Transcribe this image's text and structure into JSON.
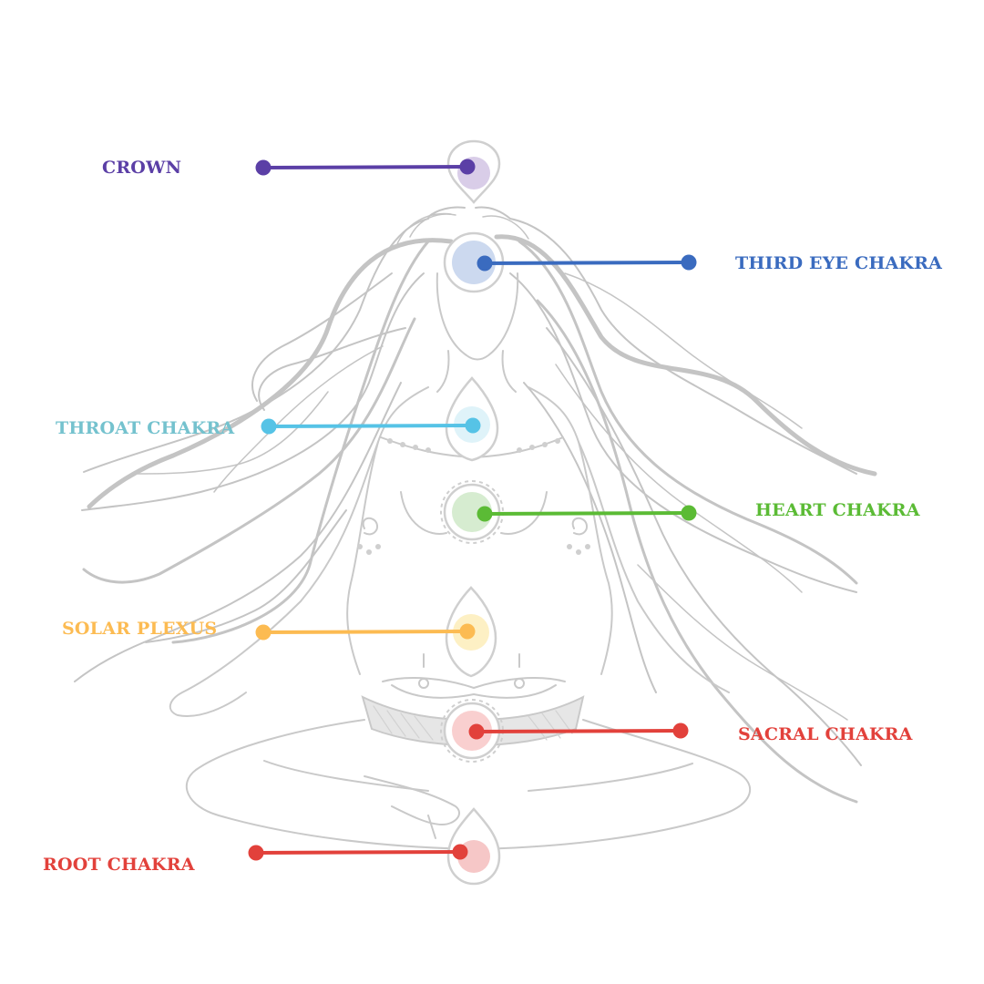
{
  "chakras": [
    {
      "id": "crown",
      "label": "CROWN",
      "color": "#5b3fa6",
      "glow": "#d9cde8"
    },
    {
      "id": "third-eye",
      "label": "THIRD EYE CHAKRA",
      "color": "#3a6bbf",
      "glow": "#ccd9ef"
    },
    {
      "id": "throat",
      "label": "THROAT CHAKRA",
      "color": "#56c3e6",
      "glow": "#dff3f9",
      "label_color": "#74c2ce"
    },
    {
      "id": "heart",
      "label": "HEART CHAKRA",
      "color": "#5bbb35",
      "glow": "#d6ecd0"
    },
    {
      "id": "solar-plexus",
      "label": "SOLAR PLEXUS",
      "color": "#fcbb52",
      "glow": "#fdf0c4"
    },
    {
      "id": "sacral",
      "label": "SACRAL CHAKRA",
      "color": "#e2413b",
      "glow": "#f9cfcf"
    },
    {
      "id": "root",
      "label": "ROOT CHAKRA",
      "color": "#e2413b",
      "glow": "#f6c7c7"
    }
  ]
}
